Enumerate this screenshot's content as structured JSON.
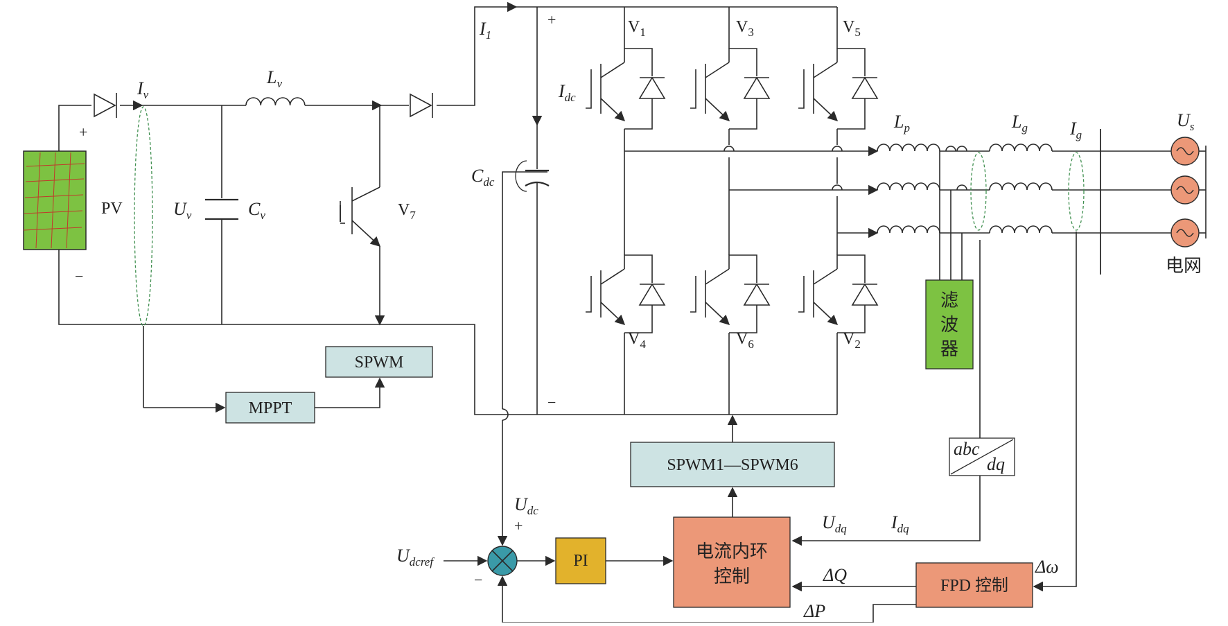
{
  "pv": {
    "label": "PV",
    "plus": "+",
    "minus": "−",
    "color": "#7dc242"
  },
  "labels": {
    "Iv": {
      "main": "I",
      "sub": "v"
    },
    "Lv": {
      "main": "L",
      "sub": "v"
    },
    "Uv": {
      "main": "U",
      "sub": "v"
    },
    "Cv": {
      "main": "C",
      "sub": "v"
    },
    "V7": {
      "main": "V",
      "sub": "7"
    },
    "I1": {
      "main": "I",
      "sub": "1"
    },
    "Cdc": {
      "main": "C",
      "sub": "dc"
    },
    "Idc": {
      "main": "I",
      "sub": "dc"
    },
    "V1": {
      "main": "V",
      "sub": "1"
    },
    "V3": {
      "main": "V",
      "sub": "3"
    },
    "V5": {
      "main": "V",
      "sub": "5"
    },
    "V4": {
      "main": "V",
      "sub": "4"
    },
    "V6": {
      "main": "V",
      "sub": "6"
    },
    "V2": {
      "main": "V",
      "sub": "2"
    },
    "Lp": {
      "main": "L",
      "sub": "p"
    },
    "Lg": {
      "main": "L",
      "sub": "g"
    },
    "Ig": {
      "main": "I",
      "sub": "g"
    },
    "Us": {
      "main": "U",
      "sub": "s"
    },
    "Udc": {
      "main": "U",
      "sub": "dc"
    },
    "Udcref": {
      "main": "U",
      "sub": "dcref"
    },
    "Udq": {
      "main": "U",
      "sub": "dq"
    },
    "Idq": {
      "main": "I",
      "sub": "dq"
    },
    "dQ": "ΔQ",
    "dP": "ΔP",
    "dw": "Δω",
    "bus_plus": "+",
    "bus_minus": "−",
    "sum_plus": "+",
    "sum_minus": "−",
    "grid": "电网"
  },
  "blocks": {
    "mppt": "MPPT",
    "spwm": "SPWM",
    "spwm16": "SPWM1—SPWM6",
    "pi": "PI",
    "current_loop": [
      "电流内环",
      "控制"
    ],
    "fpd": "FPD 控制",
    "filter": [
      "滤",
      "波",
      "器"
    ],
    "abc": "abc",
    "dq": "dq"
  },
  "colors": {
    "teal_block": "#cde3e3",
    "pi_block": "#e2b22c",
    "salmon_block": "#ec9878",
    "filter_block": "#7dc242",
    "sum_node": "#3a9aa8",
    "source": "#ec9878"
  }
}
